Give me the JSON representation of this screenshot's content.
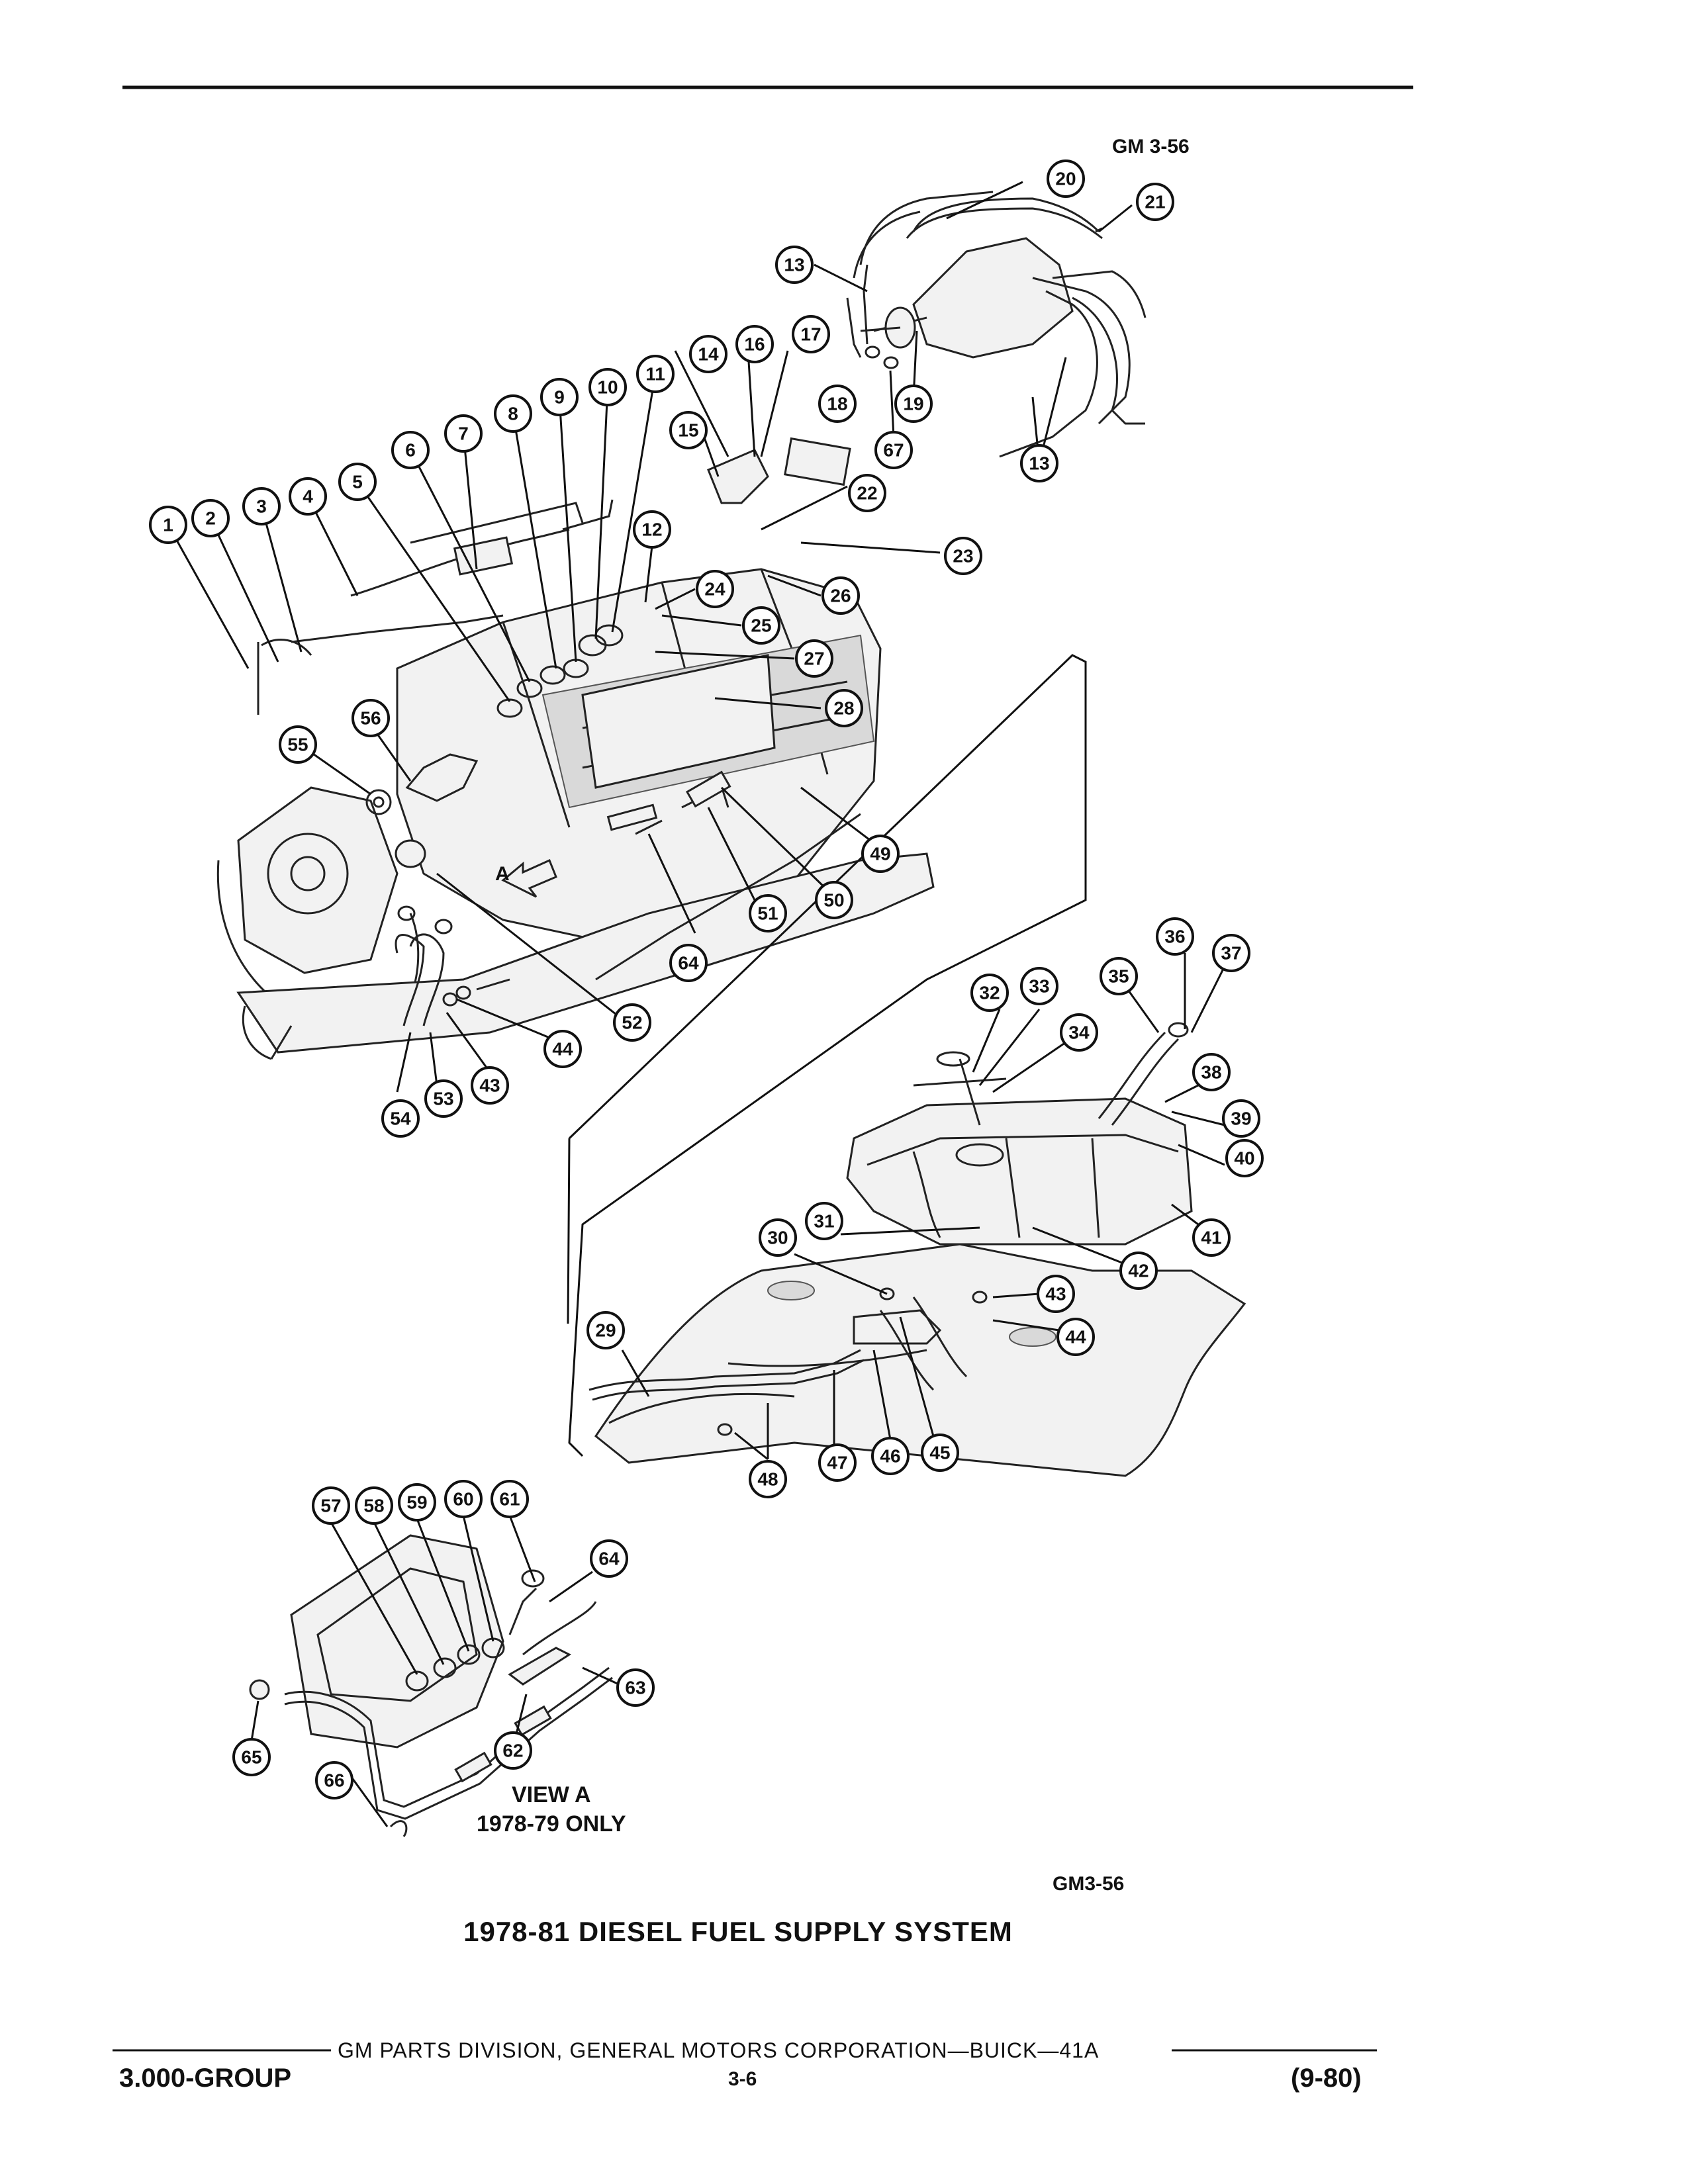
{
  "figure_code_top": "GM 3-56",
  "figure_code_bottom": "GM3-56",
  "view_label": "VIEW A",
  "view_note": "1978-79 ONLY",
  "view_arrow_label": "A",
  "caption": "1978-81 DIESEL FUEL SUPPLY SYSTEM",
  "footer": {
    "center": "GM PARTS DIVISION, GENERAL MOTORS CORPORATION—BUICK—41A",
    "page": "3-6",
    "group": "3.000-GROUP",
    "date": "(9-80)"
  },
  "callouts": [
    "1",
    "2",
    "3",
    "4",
    "5",
    "6",
    "7",
    "8",
    "9",
    "10",
    "11",
    "12",
    "13",
    "13",
    "14",
    "15",
    "16",
    "17",
    "18",
    "19",
    "20",
    "21",
    "22",
    "23",
    "24",
    "25",
    "26",
    "27",
    "28",
    "29",
    "30",
    "31",
    "32",
    "33",
    "34",
    "35",
    "36",
    "37",
    "38",
    "39",
    "40",
    "41",
    "42",
    "43",
    "43",
    "44",
    "44",
    "45",
    "46",
    "47",
    "48",
    "49",
    "50",
    "51",
    "52",
    "53",
    "54",
    "55",
    "56",
    "57",
    "58",
    "59",
    "60",
    "61",
    "62",
    "63",
    "64",
    "64",
    "65",
    "66",
    "67"
  ]
}
